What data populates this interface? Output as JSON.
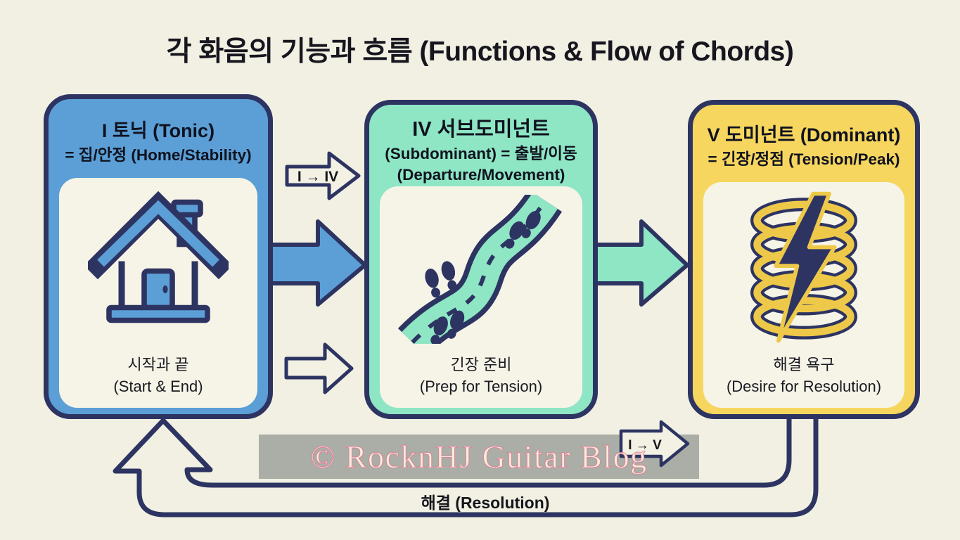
{
  "title": "각 화음의 기능과 흐름 (Functions & Flow of Chords)",
  "boxes": [
    {
      "id": "tonic",
      "heading_line1": "I 토닉 (Tonic)",
      "heading_line2": "= 집/안정 (Home/Stability)",
      "caption_line1": "시작과 끝",
      "caption_line2": "(Start & End)",
      "icon": "house-icon",
      "fill_color": "#5B9FD6"
    },
    {
      "id": "subdominant",
      "heading_line1": "IV 서브도미넌트",
      "heading_line2": "(Subdominant) = 출발/이동",
      "heading_line3": "(Departure/Movement)",
      "caption_line1": "긴장 준비",
      "caption_line2": "(Prep for Tension)",
      "icon": "winding-path-icon",
      "fill_color": "#8EE6C4"
    },
    {
      "id": "dominant",
      "heading_line1": "V 도미넌트 (Dominant)",
      "heading_line2": "= 긴장/정점 (Tension/Peak)",
      "caption_line1": "해결 욕구",
      "caption_line2": "(Desire for Resolution)",
      "icon": "spring-lightning-icon",
      "fill_color": "#F6D65E"
    }
  ],
  "arrows": {
    "top_label": "I → IV",
    "bottom_right_label": "I → V",
    "resolution_label": "해결 (Resolution)"
  },
  "watermark": "© RocknHJ Guitar Blog",
  "colors": {
    "background": "#F1F0E2",
    "panel": "#F6F4E7",
    "outline_navy": "#2D3462",
    "tonic_blue": "#5B9FD6",
    "subdominant_mint": "#8EE6C4",
    "dominant_yellow": "#F6D65E",
    "coil_yellow": "#EEC949",
    "title_text": "#17161F",
    "watermark_text": "#F8EDDA",
    "watermark_bg_grey": "#9EA29B"
  }
}
